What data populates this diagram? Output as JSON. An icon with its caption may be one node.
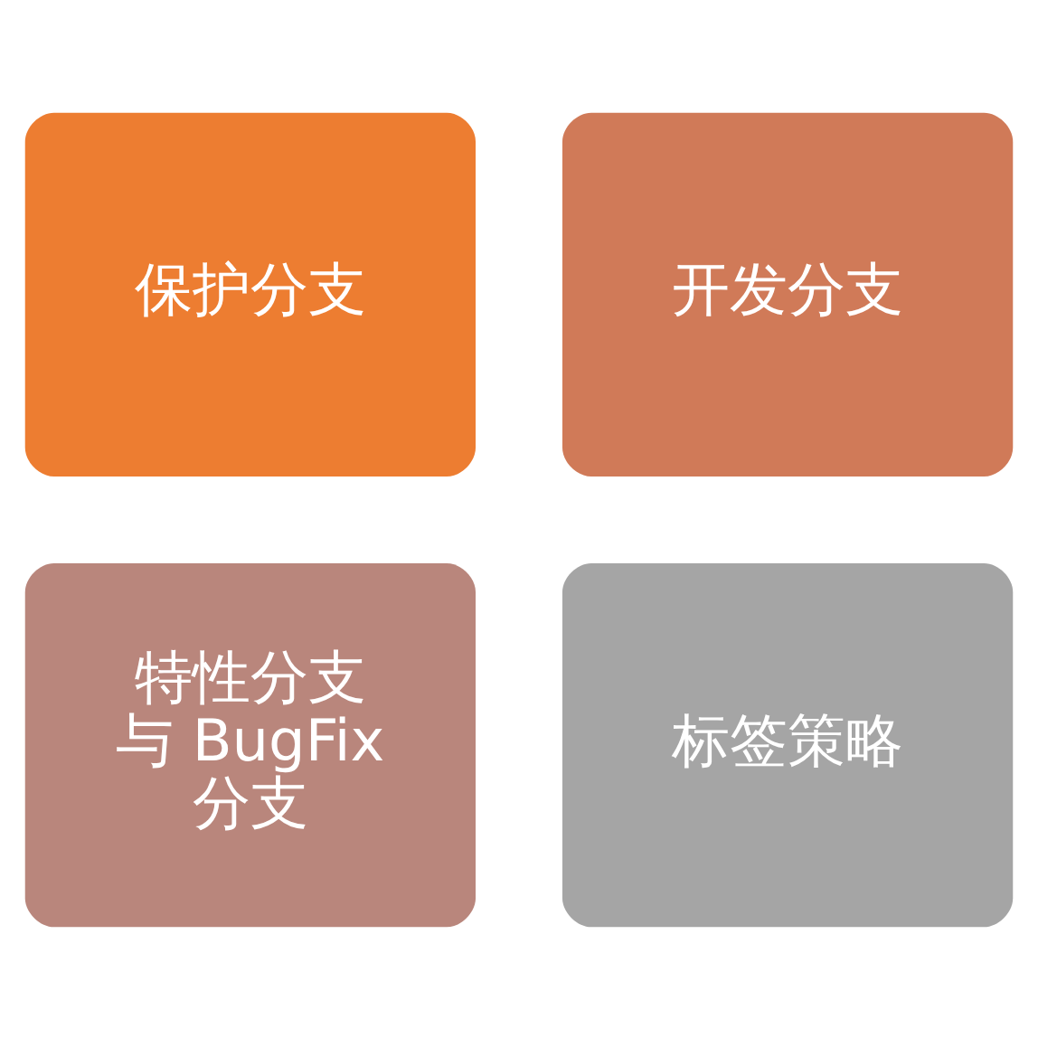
{
  "diagram": {
    "nodes": [
      {
        "text": [
          "保护分支"
        ]
      },
      {
        "text": [
          "开发分支"
        ]
      },
      {
        "text": [
          "特性分支与 BugFix分支"
        ]
      },
      {
        "text": [
          "标签策略"
        ]
      }
    ]
  }
}
